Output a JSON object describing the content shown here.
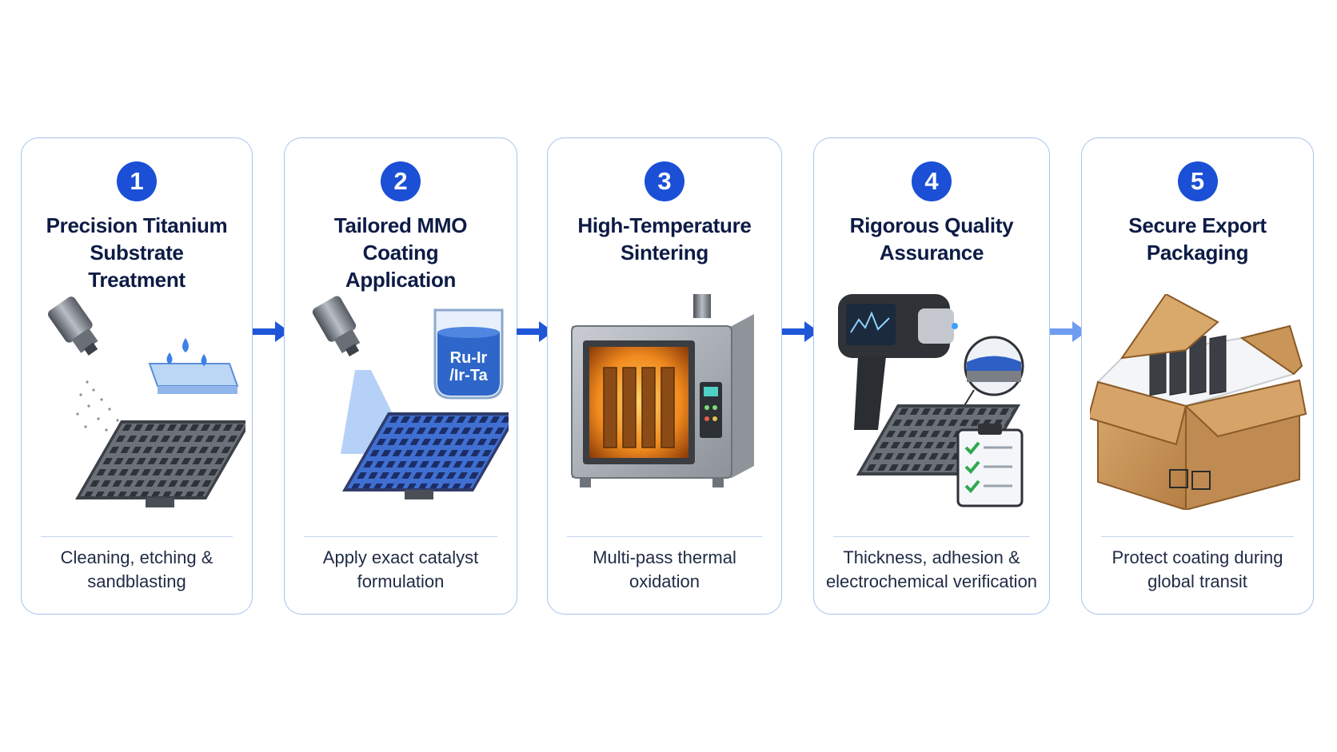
{
  "colors": {
    "accent": "#1a4fd6",
    "card_border": "#a8c4ec",
    "title": "#0d1b45",
    "text": "#1f2a44",
    "arrow": "#1f56d8",
    "arrow_light": "#6f9cf0"
  },
  "steps": [
    {
      "number": "1",
      "title_lines": [
        "Precision Titanium",
        "Substrate",
        "Treatment"
      ],
      "desc_lines": [
        "Cleaning, etching &",
        "sandblasting"
      ],
      "icon": "spray-nozzle-mesh-icon"
    },
    {
      "number": "2",
      "title_lines": [
        "Tailored MMO",
        "Coating",
        "Application"
      ],
      "desc_lines": [
        "Apply exact catalyst",
        "formulation"
      ],
      "beaker_label": [
        "Ru-Ir",
        "/Ir-Ta"
      ],
      "icon": "coating-spray-beaker-icon"
    },
    {
      "number": "3",
      "title_lines": [
        "High-Temperature",
        "Sintering"
      ],
      "desc_lines": [
        "Multi-pass thermal",
        "oxidation"
      ],
      "icon": "furnace-icon"
    },
    {
      "number": "4",
      "title_lines": [
        "Rigorous Quality",
        "Assurance"
      ],
      "desc_lines": [
        "Thickness, adhesion &",
        "electrochemical verification"
      ],
      "icon": "thickness-gauge-checklist-icon"
    },
    {
      "number": "5",
      "title_lines": [
        "Secure Export",
        "Packaging"
      ],
      "desc_lines": [
        "Protect coating during",
        "global transit"
      ],
      "icon": "shipping-box-icon"
    }
  ]
}
